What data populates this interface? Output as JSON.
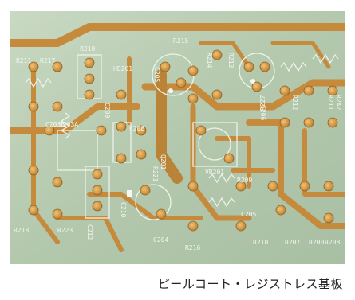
{
  "caption": "ピールコート・レジストレス基板",
  "board_labels": [
    "R215",
    "R214",
    "R213",
    "C206",
    "R211",
    "R212",
    "R2A2",
    "C205",
    "HD201",
    "R211",
    "R217",
    "R210",
    "C209",
    "C203A",
    "C203B",
    "C208",
    "Q201",
    "R221",
    "R227",
    "VR201",
    "R209",
    "C205",
    "R218",
    "R223",
    "C212",
    "C210",
    "C204",
    "R216",
    "R200",
    "R207",
    "R210",
    "R208"
  ],
  "colors": {
    "board": "#b9cdb3",
    "trace": "#c58a3c",
    "pad": "#d9a24e",
    "silkscreen": "#f2f5ee",
    "caption_text": "#222222"
  }
}
